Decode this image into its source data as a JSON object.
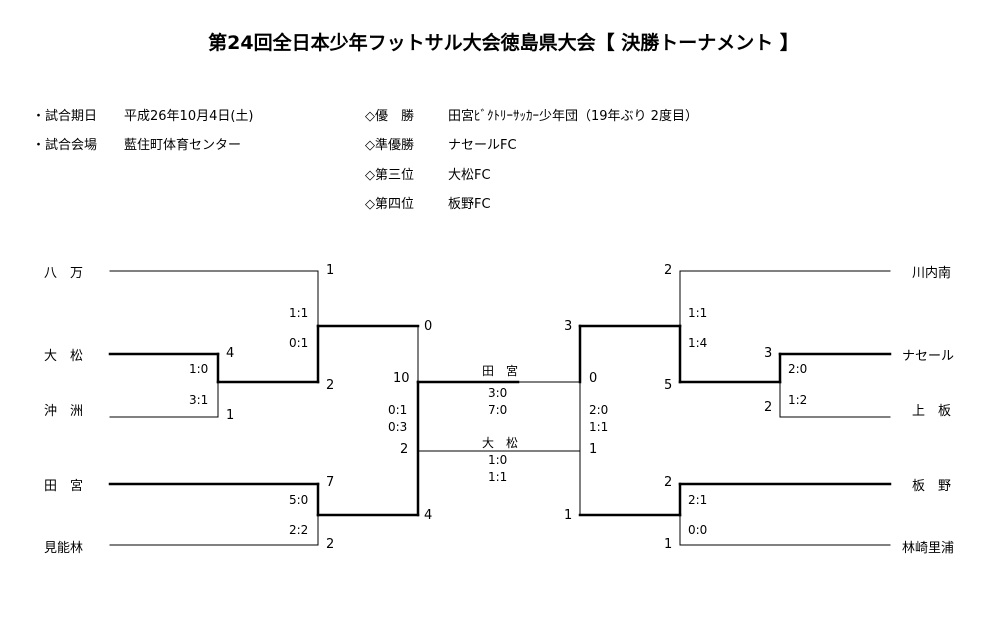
{
  "title": "第24回全日本少年フットサル大会徳島県大会【 決勝トーナメント 】",
  "info": {
    "date_label": "・試合期日",
    "date_value": "平成26年10月4日(土)",
    "venue_label": "・試合会場",
    "venue_value": "藍住町体育センター",
    "results": [
      {
        "label": "◇優　勝",
        "value": "田宮ﾋﾞｸﾄﾘｰｻｯｶｰ少年団（19年ぶり 2度目）"
      },
      {
        "label": "◇準優勝",
        "value": "ナセールFC"
      },
      {
        "label": "◇第三位",
        "value": "大松FC"
      },
      {
        "label": "◇第四位",
        "value": "板野FC"
      }
    ]
  },
  "teams_left": [
    "八　万",
    "大　松",
    "沖　洲",
    "田　宮",
    "見能林"
  ],
  "teams_right": [
    "川内南",
    "ナセール",
    "上　板",
    "板　野",
    "林崎里浦"
  ],
  "left": {
    "r1": {
      "top": "4",
      "bottom": "1",
      "scores": [
        "1:0",
        "3:1"
      ]
    },
    "qf1": {
      "top": "1",
      "bottom": "2",
      "scores": [
        "1:1",
        "0:1"
      ]
    },
    "qf2": {
      "top": "7",
      "bottom": "2",
      "scores": [
        "5:0",
        "2:2"
      ]
    },
    "sf": {
      "top": "0",
      "mid": "10",
      "mid2": "2",
      "bottom": "4",
      "scores": [
        "0:1",
        "0:3"
      ]
    }
  },
  "right": {
    "r1": {
      "top": "3",
      "bottom": "2",
      "scores": [
        "2:0",
        "1:2"
      ]
    },
    "qf1": {
      "top": "2",
      "bottom": "5",
      "scores": [
        "1:1",
        "1:4"
      ]
    },
    "qf2": {
      "top": "2",
      "bottom": "1",
      "scores": [
        "2:1",
        "0:0"
      ]
    },
    "sf": {
      "top": "3",
      "mid": "0",
      "mid2": "1",
      "bottom": "1",
      "scores": [
        "2:0",
        "1:1"
      ]
    }
  },
  "final": {
    "winner": "田　宮",
    "scores": [
      "3:0",
      "7:0"
    ]
  },
  "third_place": {
    "winner": "大　松",
    "scores": [
      "1:0",
      "1:1"
    ]
  }
}
